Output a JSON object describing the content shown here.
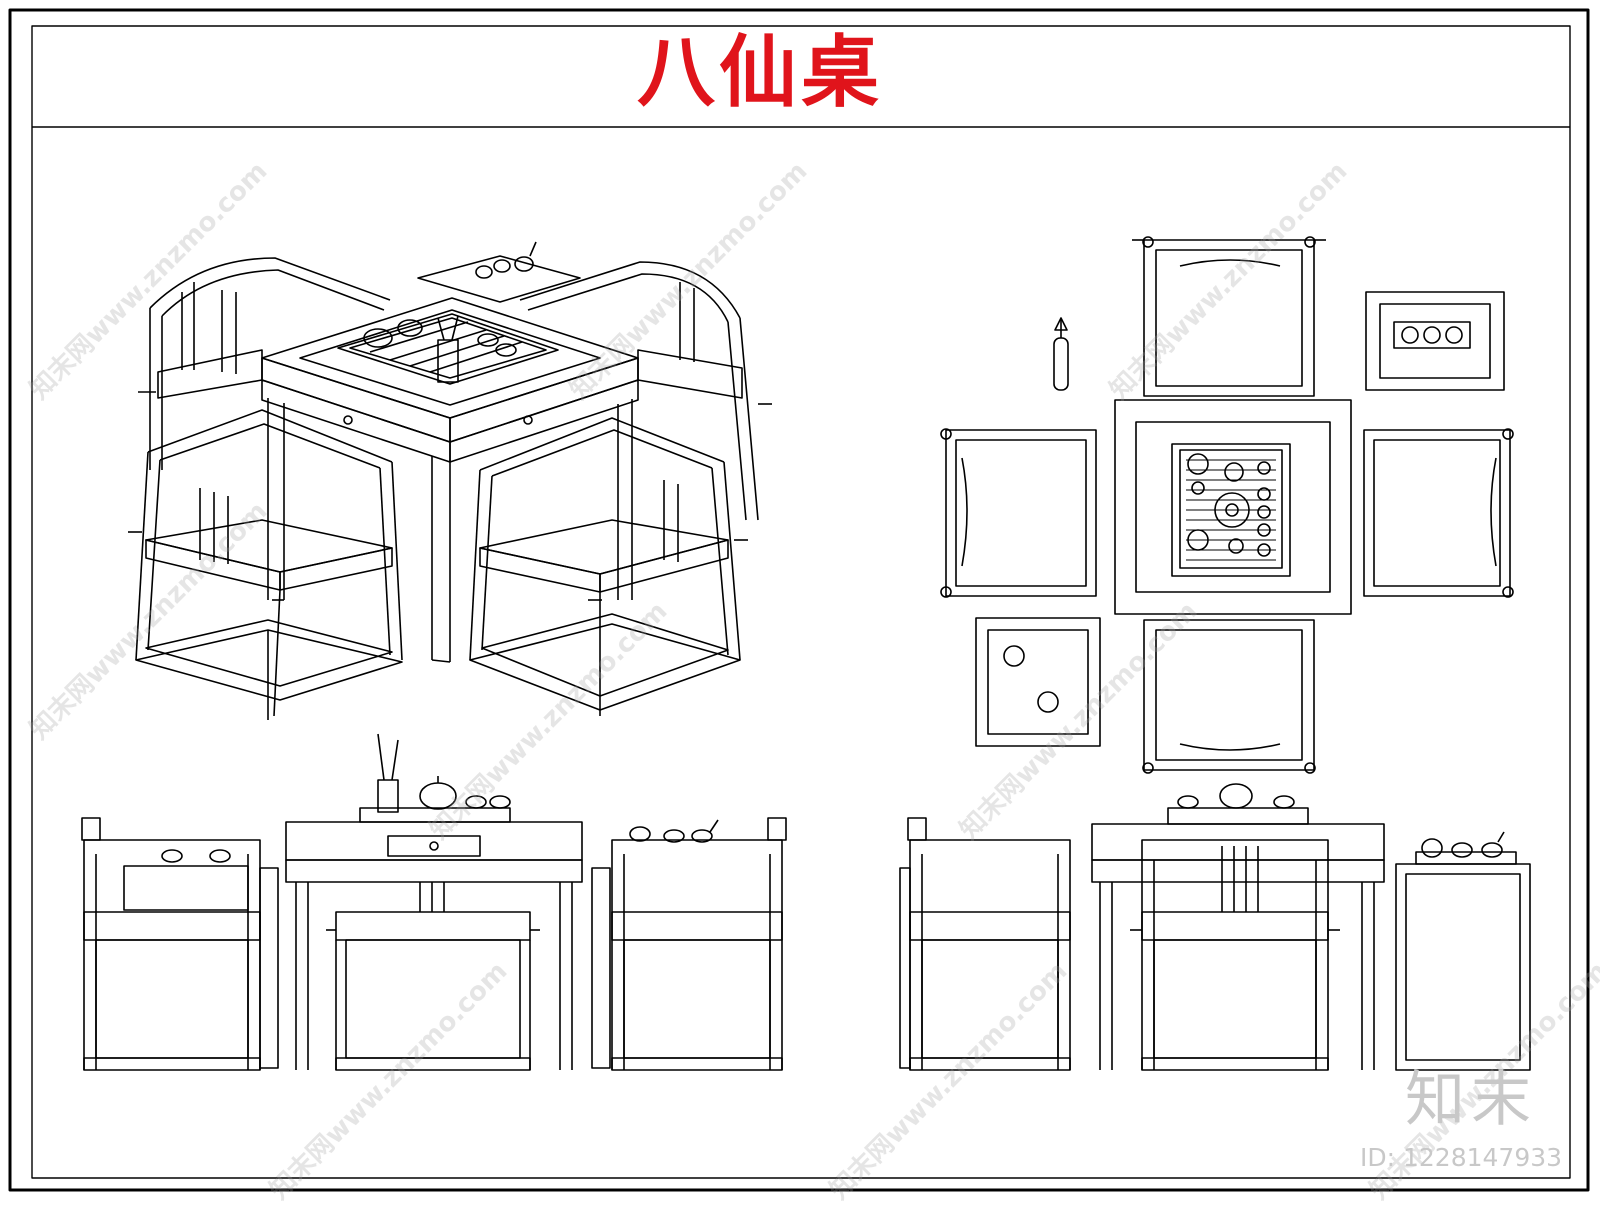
{
  "title": "八仙桌",
  "watermark": {
    "site_text": "知末网www.znzmo.com",
    "logo": "知末",
    "id_label": "ID: 1228147933"
  },
  "colors": {
    "title": "#e0141b",
    "lines": "#000000",
    "watermark": "#c8c8c8"
  }
}
